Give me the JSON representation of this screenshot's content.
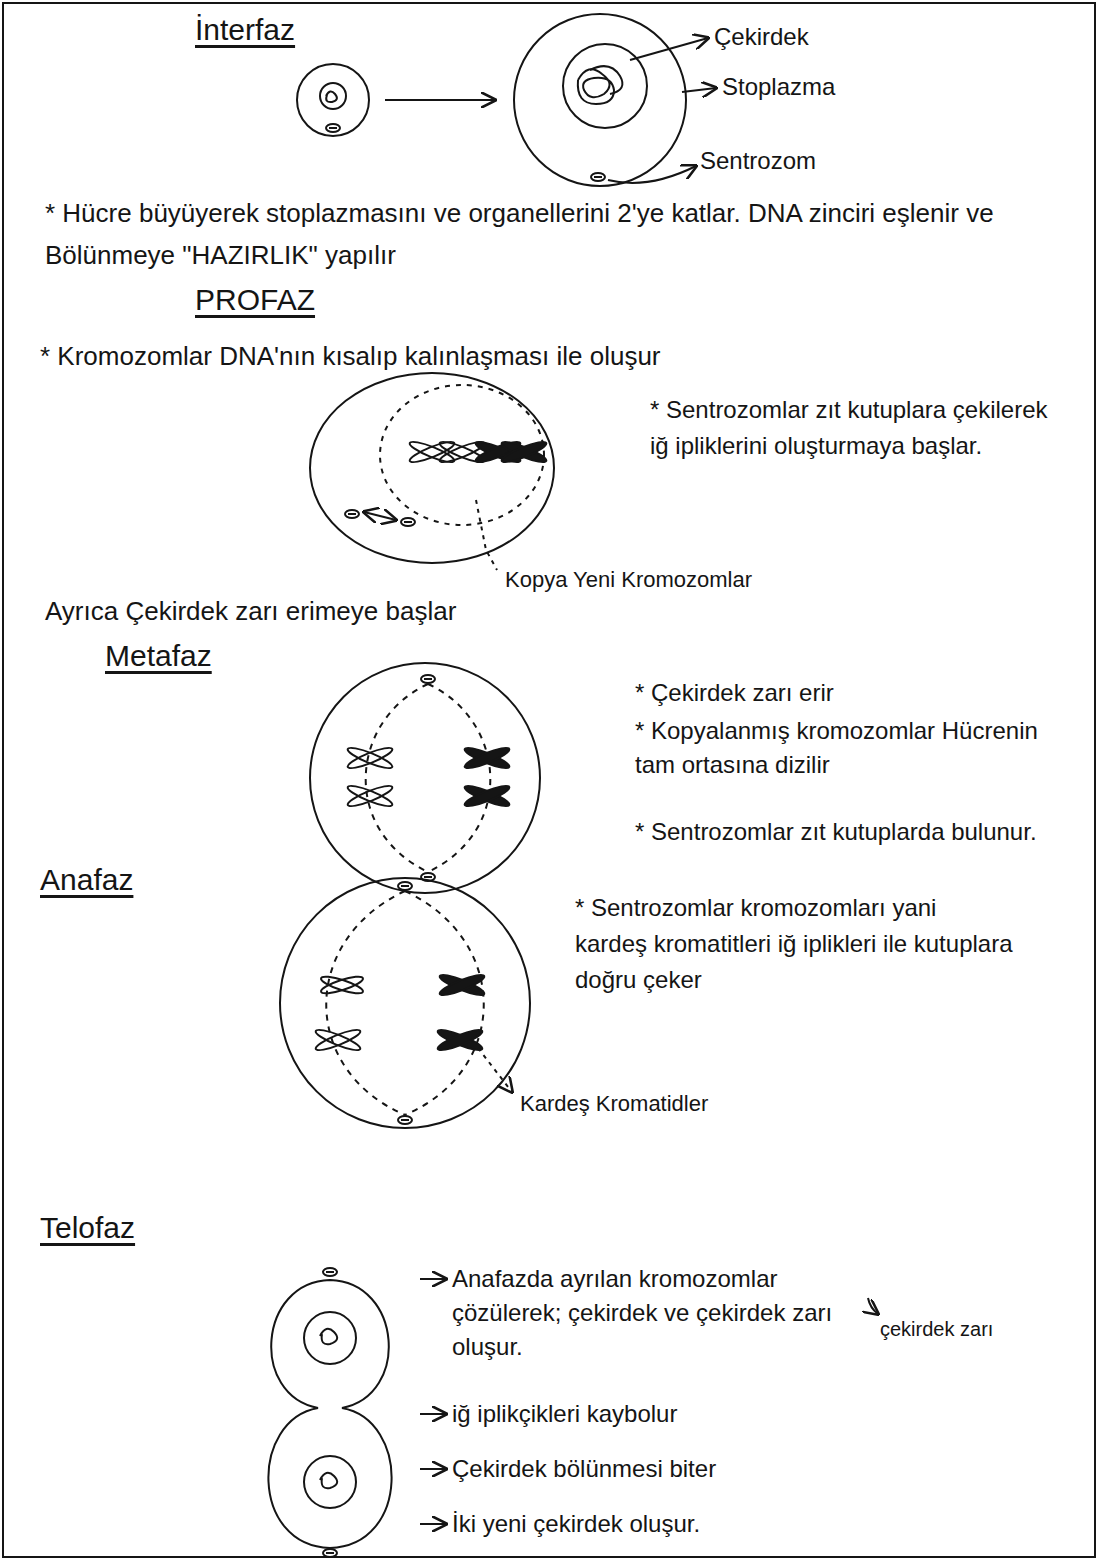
{
  "diagram": {
    "labels": [
      "İnterfaz",
      "Çekirdek",
      "Stoplazma",
      "Sentrozom",
      "* Hücre büyüyerek stoplazmasını ve organellerini 2'ye katlar. DNA zinciri eşlenir ve Bölünmeye \"HAZIRLIK\" yapılır",
      "PROFAZ",
      "* Kromozomlar DNA'nın kısalıp kalınlaşması ile oluşur",
      "* Sentrozomlar zıt kutuplara çekilerek iğ ipliklerini oluşturmaya başlar.",
      "Kopya Yeni Kromozomlar",
      "Ayrıca Çekirdek zarı erimeye başlar",
      "Metafaz",
      "* Çekirdek zarı erir",
      "* Kopyalanmış kromozomlar Hücrenin tam ortasına dizilir",
      "* Sentrozomlar zıt kutuplarda bulunur.",
      "Anafaz",
      "* Sentrozomlar kromozomları yani kardeş kromatitleri iğ iplikleri ile kutuplara doğru çeker",
      "Kardeş Kromatidler",
      "Telofaz",
      "Anafazda ayrılan kromozomlar çözülerek; çekirdek ve çekirdek zarı oluşur.",
      "çekirdek zarı",
      "iğ iplikçikleri kaybolur",
      "Çekirdek bölünmesi biter",
      "İki yeni çekirdek oluşur."
    ]
  }
}
